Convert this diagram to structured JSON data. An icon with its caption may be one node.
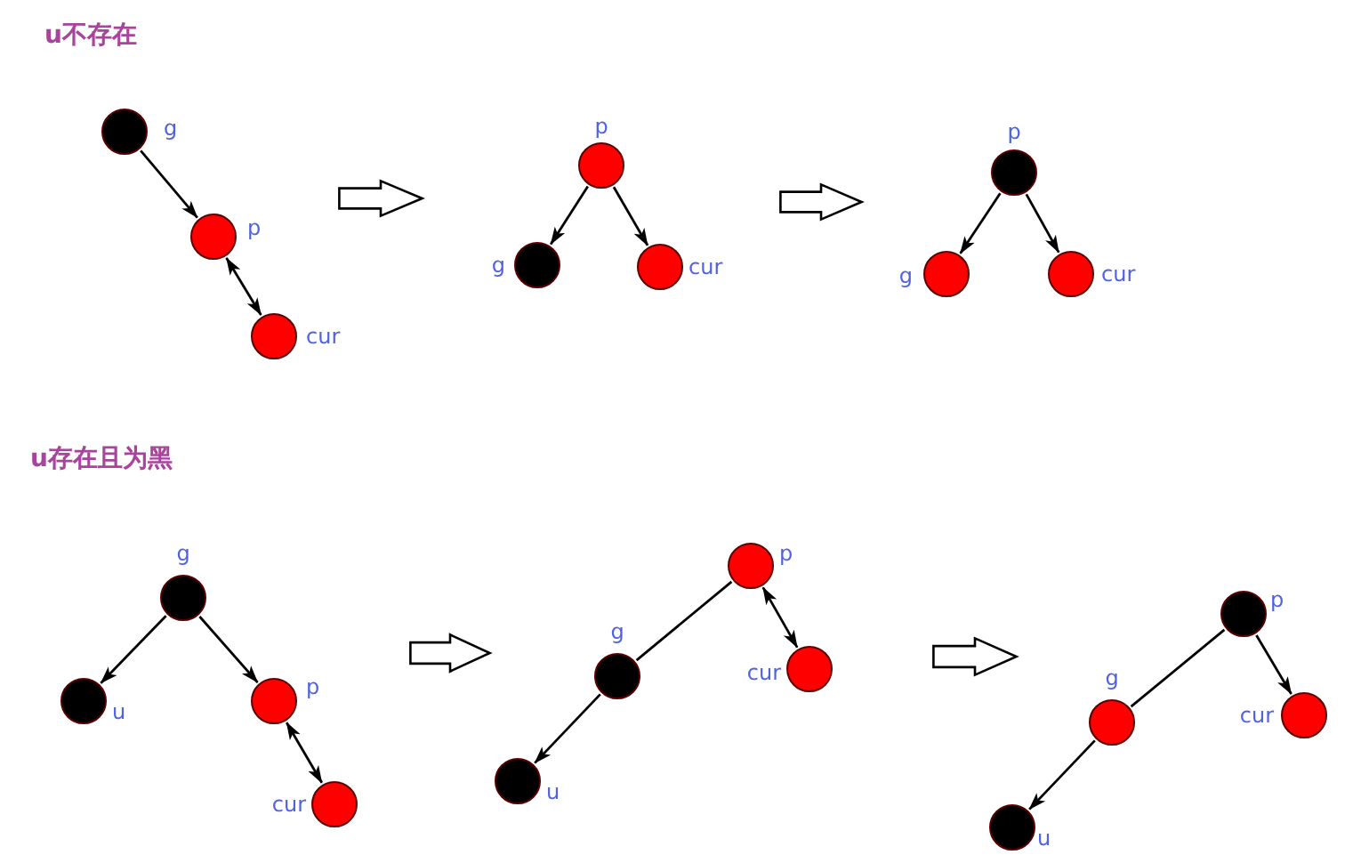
{
  "diagram": {
    "nodes": [
      {
        "text": [],
        "shape": "circle",
        "beside": [
          "g"
        ]
      },
      {
        "text": [],
        "shape": "circle",
        "beside": [
          "p"
        ]
      },
      {
        "text": [],
        "shape": "circle",
        "beside": [
          "cur"
        ]
      },
      {
        "text": [],
        "shape": "circle",
        "beside": [
          "p"
        ]
      },
      {
        "text": [],
        "shape": "circle",
        "beside": [
          "g"
        ]
      },
      {
        "text": [],
        "shape": "circle",
        "beside": [
          "cur"
        ]
      },
      {
        "text": [],
        "shape": "circle",
        "beside": [
          "p"
        ]
      },
      {
        "text": [],
        "shape": "circle",
        "beside": [
          "g"
        ]
      },
      {
        "text": [],
        "shape": "circle",
        "beside": [
          "cur"
        ]
      },
      {
        "text": [],
        "shape": "circle",
        "beside": [
          "g"
        ]
      },
      {
        "text": [],
        "shape": "circle",
        "beside": [
          "u"
        ]
      },
      {
        "text": [],
        "shape": "circle",
        "beside": [
          "p"
        ]
      },
      {
        "text": [],
        "shape": "circle",
        "beside": [
          "cur"
        ]
      },
      {
        "text": [],
        "shape": "circle",
        "beside": [
          "p"
        ]
      },
      {
        "text": [],
        "shape": "circle",
        "beside": [
          "g"
        ]
      },
      {
        "text": [],
        "shape": "circle",
        "beside": [
          "cur"
        ]
      },
      {
        "text": [],
        "shape": "circle",
        "beside": [
          "u"
        ]
      },
      {
        "text": [],
        "shape": "circle",
        "beside": [
          "p"
        ]
      },
      {
        "text": [],
        "shape": "circle",
        "beside": [
          "g"
        ]
      },
      {
        "text": [],
        "shape": "circle",
        "beside": [
          "cur"
        ]
      },
      {
        "text": [],
        "shape": "circle",
        "beside": [
          "u"
        ]
      }
    ],
    "edges": [
      {
        "from": 0,
        "to": 1,
        "arrow": "to"
      },
      {
        "from": 1,
        "to": 2,
        "arrow": "both"
      },
      {
        "from": 3,
        "to": 4,
        "arrow": "to"
      },
      {
        "from": 3,
        "to": 5,
        "arrow": "to"
      },
      {
        "from": 6,
        "to": 7,
        "arrow": "to"
      },
      {
        "from": 6,
        "to": 8,
        "arrow": "to"
      },
      {
        "from": 9,
        "to": 10,
        "arrow": "to"
      },
      {
        "from": 9,
        "to": 11,
        "arrow": "to"
      },
      {
        "from": 11,
        "to": 12,
        "arrow": "both"
      },
      {
        "from": 13,
        "to": 14,
        "arrow": "none"
      },
      {
        "from": 13,
        "to": 15,
        "arrow": "both"
      },
      {
        "from": 14,
        "to": 16,
        "arrow": "to"
      },
      {
        "from": 17,
        "to": 18,
        "arrow": "none"
      },
      {
        "from": 17,
        "to": 19,
        "arrow": "to"
      },
      {
        "from": 18,
        "to": 20,
        "arrow": "to"
      }
    ],
    "labels": [
      "u不存在",
      "u存在且为黑"
    ]
  }
}
